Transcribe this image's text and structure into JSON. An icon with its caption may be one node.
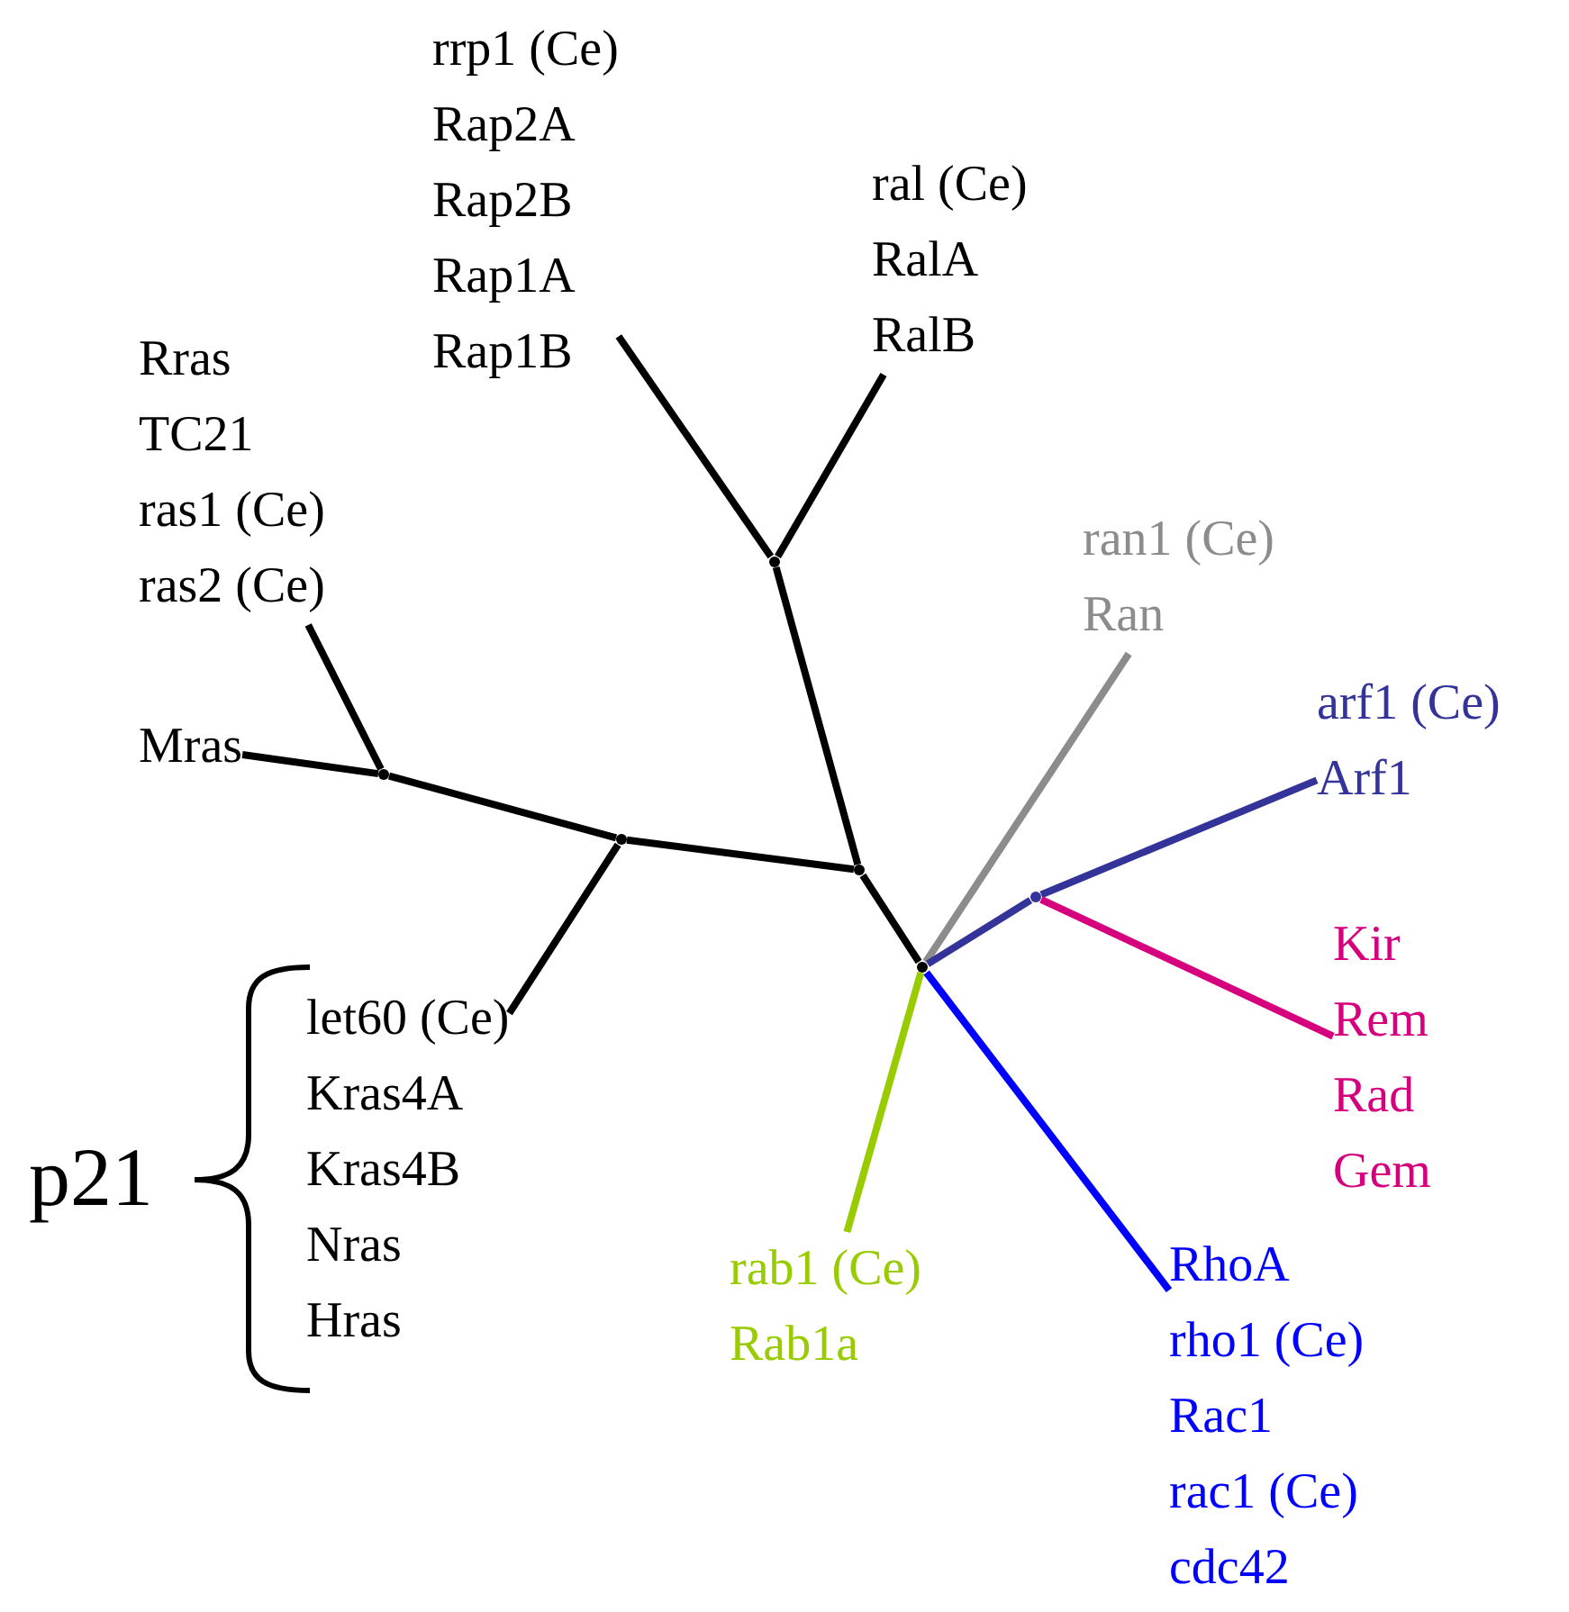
{
  "diagram": {
    "nodes": [
      {
        "text": [
          "rrp1 (Ce)",
          "Rap2A",
          "Rap2B",
          "Rap1A",
          "Rap1B"
        ]
      },
      {
        "text": [
          "ral (Ce)",
          "RalA",
          "RalB"
        ]
      },
      {
        "text": [
          "Rras",
          "TC21",
          "ras1 (Ce)",
          "ras2 (Ce)"
        ]
      },
      {
        "text": [
          "Mras"
        ]
      },
      {
        "text": [
          "let60 (Ce)",
          "Kras4A",
          "Kras4B",
          "Nras",
          "Hras"
        ]
      },
      {
        "text": [
          "ran1 (Ce)",
          "Ran"
        ]
      },
      {
        "text": [
          "arf1 (Ce)",
          "Arf1"
        ]
      },
      {
        "text": [
          "Kir",
          "Rem",
          "Rad",
          "Gem"
        ]
      },
      {
        "text": [
          "rab1 (Ce)",
          "Rab1a"
        ]
      },
      {
        "text": [
          "RhoA",
          "rho1 (Ce)",
          "Rac1",
          "rac1 (Ce)",
          "cdc42"
        ]
      },
      {
        "text": [],
        "shape": "dot"
      },
      {
        "text": [],
        "shape": "dot"
      },
      {
        "text": [],
        "shape": "dot"
      },
      {
        "text": [],
        "shape": "dot"
      },
      {
        "text": [],
        "shape": "dot"
      },
      {
        "text": [],
        "shape": "dot"
      }
    ],
    "edges": [
      {
        "from": 11,
        "to": 10,
        "arrow": "none"
      },
      {
        "from": 12,
        "to": 11,
        "arrow": "none"
      },
      {
        "from": 12,
        "to": 0,
        "arrow": "none"
      },
      {
        "from": 12,
        "to": 1,
        "arrow": "none"
      },
      {
        "from": 11,
        "to": 13,
        "arrow": "none"
      },
      {
        "from": 13,
        "to": 14,
        "arrow": "none"
      },
      {
        "from": 14,
        "to": 3,
        "arrow": "none"
      },
      {
        "from": 14,
        "to": 2,
        "arrow": "none"
      },
      {
        "from": 13,
        "to": 4,
        "arrow": "none"
      },
      {
        "from": 10,
        "to": 5,
        "arrow": "none",
        "color": "#8c8c8c"
      },
      {
        "from": 10,
        "to": 15,
        "arrow": "none",
        "color": "#333399"
      },
      {
        "from": 15,
        "to": 6,
        "arrow": "none",
        "color": "#333399"
      },
      {
        "from": 15,
        "to": 7,
        "arrow": "none",
        "color": "#d6007f"
      },
      {
        "from": 10,
        "to": 8,
        "arrow": "none",
        "color": "#99cc00"
      },
      {
        "from": 10,
        "to": 9,
        "arrow": "none",
        "color": "#0000ff"
      }
    ],
    "labels": [
      "p21"
    ]
  }
}
